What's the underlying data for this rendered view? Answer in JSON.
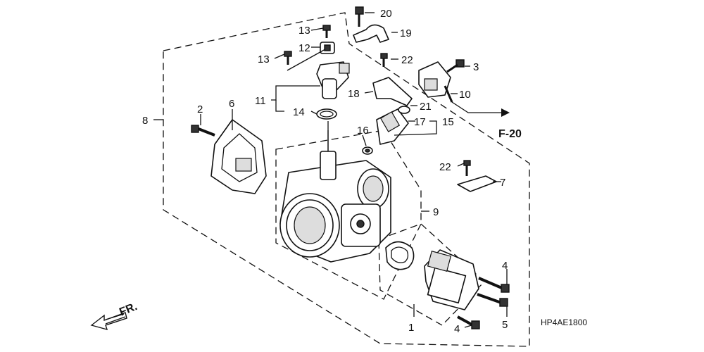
{
  "callouts": {
    "p1": "1",
    "p2": "2",
    "p3": "3",
    "p4a": "4",
    "p4b": "4",
    "p5": "5",
    "p6": "6",
    "p7": "7",
    "p8": "8",
    "p9": "9",
    "p10": "10",
    "p11": "11",
    "p12": "12",
    "p13a": "13",
    "p13b": "13",
    "p14": "14",
    "p15": "15",
    "p16": "16",
    "p17": "17",
    "p18": "18",
    "p19": "19",
    "p20": "20",
    "p21": "21",
    "p22a": "22",
    "p22b": "22"
  },
  "reference_label": "F-20",
  "front_label": "FR.",
  "diagram_code": "HP4AE1800"
}
